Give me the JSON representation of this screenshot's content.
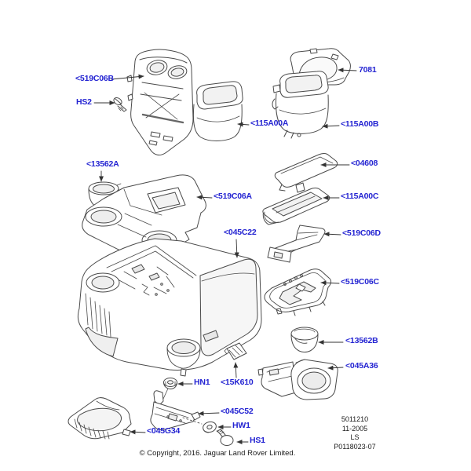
{
  "diagram": {
    "kind": "exploded-parts-diagram",
    "colors": {
      "label": "#2424d2",
      "line": "#4a4a4a",
      "text": "#1c1c1c",
      "background": "#ffffff"
    }
  },
  "part_labels": [
    {
      "id": "519C06B",
      "text": "<519C06B"
    },
    {
      "id": "HS2",
      "text": "HS2"
    },
    {
      "id": "7081",
      "text": "7081"
    },
    {
      "id": "115A00A",
      "text": "<115A00A"
    },
    {
      "id": "115A00B",
      "text": "<115A00B"
    },
    {
      "id": "13562A",
      "text": "<13562A"
    },
    {
      "id": "519C06A",
      "text": "<519C06A"
    },
    {
      "id": "04608",
      "text": "<04608"
    },
    {
      "id": "115A00C",
      "text": "<115A00C"
    },
    {
      "id": "045C22",
      "text": "<045C22"
    },
    {
      "id": "519C06D",
      "text": "<519C06D"
    },
    {
      "id": "519C06C",
      "text": "<519C06C"
    },
    {
      "id": "13562B",
      "text": "<13562B"
    },
    {
      "id": "045A36",
      "text": "<045A36"
    },
    {
      "id": "HN1",
      "text": "HN1"
    },
    {
      "id": "15K610",
      "text": "<15K610"
    },
    {
      "id": "045C52",
      "text": "<045C52"
    },
    {
      "id": "045G34",
      "text": "<045G34"
    },
    {
      "id": "HW1",
      "text": "HW1"
    },
    {
      "id": "HS1",
      "text": "HS1"
    }
  ],
  "plate": {
    "lines": [
      "5011210",
      "11-2005",
      "LS",
      "P0118023-07"
    ]
  },
  "copyright": "© Copyright, 2016. Jaguar Land Rover Limited."
}
